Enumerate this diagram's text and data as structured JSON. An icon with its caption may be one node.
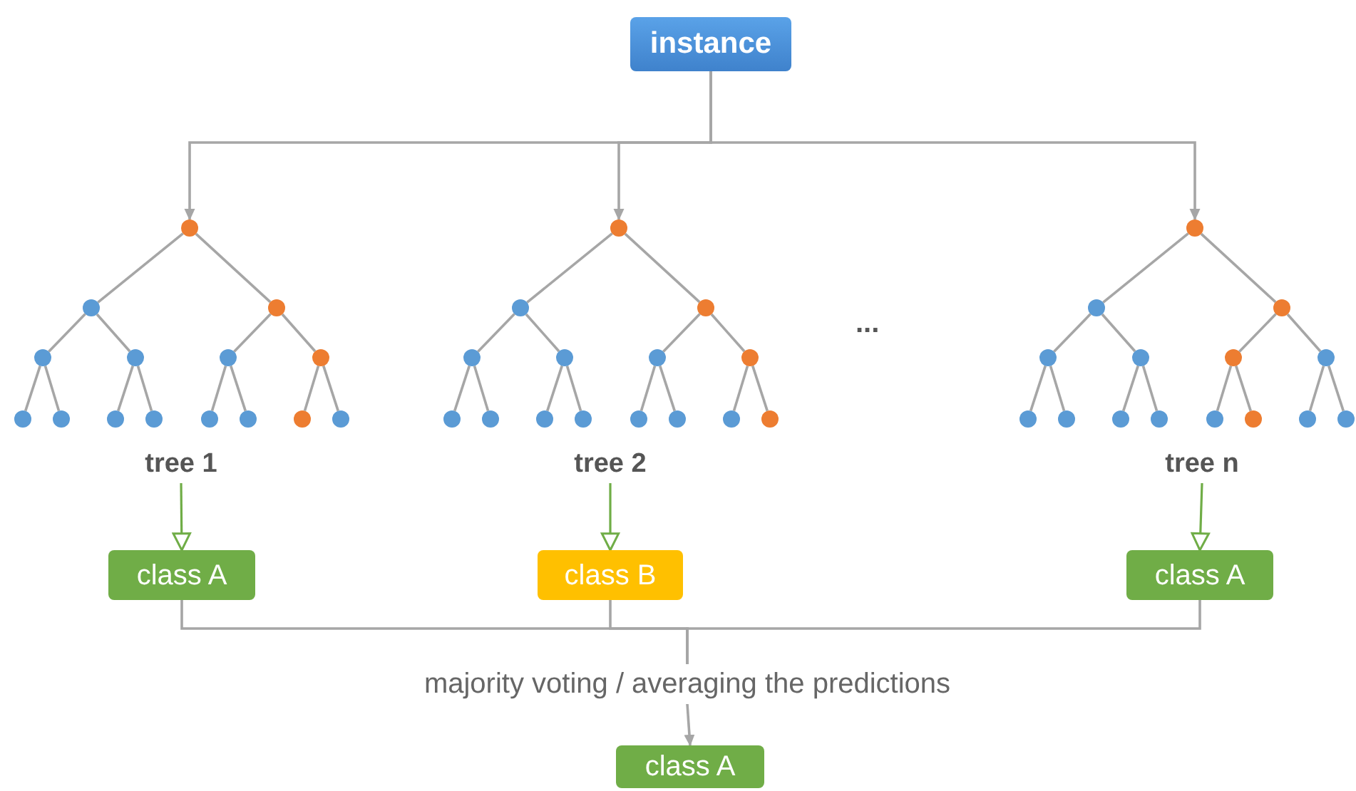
{
  "diagram": {
    "nodes": [
      {
        "text": [
          "instance"
        ]
      },
      {
        "text": [],
        "shape": "circle"
      },
      {
        "text": [],
        "shape": "circle"
      },
      {
        "text": [],
        "shape": "circle"
      },
      {
        "text": [],
        "shape": "circle"
      },
      {
        "text": [],
        "shape": "circle"
      },
      {
        "text": [],
        "shape": "circle"
      },
      {
        "text": [],
        "shape": "circle"
      },
      {
        "text": [],
        "shape": "circle"
      },
      {
        "text": [],
        "shape": "circle"
      },
      {
        "text": [],
        "shape": "circle"
      },
      {
        "text": [],
        "shape": "circle"
      },
      {
        "text": [],
        "shape": "circle"
      },
      {
        "text": [],
        "shape": "circle"
      },
      {
        "text": [],
        "shape": "circle"
      },
      {
        "text": [],
        "shape": "circle"
      },
      {
        "text": [],
        "shape": "circle"
      },
      {
        "text": [],
        "shape": "circle"
      },
      {
        "text": [],
        "shape": "circle"
      },
      {
        "text": [],
        "shape": "circle"
      },
      {
        "text": [],
        "shape": "circle"
      },
      {
        "text": [],
        "shape": "circle"
      },
      {
        "text": [],
        "shape": "circle"
      },
      {
        "text": [],
        "shape": "circle"
      },
      {
        "text": [],
        "shape": "circle"
      },
      {
        "text": [],
        "shape": "circle"
      },
      {
        "text": [],
        "shape": "circle"
      },
      {
        "text": [],
        "shape": "circle"
      },
      {
        "text": [],
        "shape": "circle"
      },
      {
        "text": [],
        "shape": "circle"
      },
      {
        "text": [],
        "shape": "circle"
      },
      {
        "text": [],
        "shape": "circle"
      },
      {
        "text": [],
        "shape": "circle"
      },
      {
        "text": [],
        "shape": "circle"
      },
      {
        "text": [],
        "shape": "circle"
      },
      {
        "text": [],
        "shape": "circle"
      },
      {
        "text": [],
        "shape": "circle"
      },
      {
        "text": [],
        "shape": "circle"
      },
      {
        "text": [],
        "shape": "circle"
      },
      {
        "text": [],
        "shape": "circle"
      },
      {
        "text": [],
        "shape": "circle"
      },
      {
        "text": [],
        "shape": "circle"
      },
      {
        "text": [],
        "shape": "circle"
      },
      {
        "text": [],
        "shape": "circle"
      },
      {
        "text": [],
        "shape": "circle"
      },
      {
        "text": [],
        "shape": "circle"
      },
      {
        "text": [
          "tree 1"
        ]
      },
      {
        "text": [
          "tree 2"
        ]
      },
      {
        "text": [
          "tree n"
        ]
      },
      {
        "text": [
          "class A"
        ]
      },
      {
        "text": [
          "class B"
        ]
      },
      {
        "text": [
          "class A"
        ]
      },
      {
        "text": [
          "majority voting / averaging the predictions"
        ]
      },
      {
        "text": [
          "class A"
        ]
      }
    ],
    "edges": [
      {
        "from": 0,
        "to": 1,
        "arrow": "to"
      },
      {
        "from": 0,
        "to": 16,
        "arrow": "to"
      },
      {
        "from": 0,
        "to": 31,
        "arrow": "to"
      },
      {
        "from": 1,
        "to": 2,
        "arrow": "none"
      },
      {
        "from": 1,
        "to": 3,
        "arrow": "none"
      },
      {
        "from": 2,
        "to": 4,
        "arrow": "none"
      },
      {
        "from": 2,
        "to": 5,
        "arrow": "none"
      },
      {
        "from": 3,
        "to": 6,
        "arrow": "none"
      },
      {
        "from": 3,
        "to": 7,
        "arrow": "none"
      },
      {
        "from": 4,
        "to": 8,
        "arrow": "none"
      },
      {
        "from": 4,
        "to": 9,
        "arrow": "none"
      },
      {
        "from": 5,
        "to": 10,
        "arrow": "none"
      },
      {
        "from": 5,
        "to": 11,
        "arrow": "none"
      },
      {
        "from": 6,
        "to": 12,
        "arrow": "none"
      },
      {
        "from": 6,
        "to": 13,
        "arrow": "none"
      },
      {
        "from": 7,
        "to": 14,
        "arrow": "none"
      },
      {
        "from": 7,
        "to": 15,
        "arrow": "none"
      },
      {
        "from": 16,
        "to": 17,
        "arrow": "none"
      },
      {
        "from": 16,
        "to": 18,
        "arrow": "none"
      },
      {
        "from": 17,
        "to": 19,
        "arrow": "none"
      },
      {
        "from": 17,
        "to": 20,
        "arrow": "none"
      },
      {
        "from": 18,
        "to": 21,
        "arrow": "none"
      },
      {
        "from": 18,
        "to": 22,
        "arrow": "none"
      },
      {
        "from": 19,
        "to": 23,
        "arrow": "none"
      },
      {
        "from": 19,
        "to": 24,
        "arrow": "none"
      },
      {
        "from": 20,
        "to": 25,
        "arrow": "none"
      },
      {
        "from": 20,
        "to": 26,
        "arrow": "none"
      },
      {
        "from": 21,
        "to": 27,
        "arrow": "none"
      },
      {
        "from": 21,
        "to": 28,
        "arrow": "none"
      },
      {
        "from": 22,
        "to": 29,
        "arrow": "none"
      },
      {
        "from": 22,
        "to": 30,
        "arrow": "none"
      },
      {
        "from": 31,
        "to": 32,
        "arrow": "none"
      },
      {
        "from": 31,
        "to": 33,
        "arrow": "none"
      },
      {
        "from": 32,
        "to": 34,
        "arrow": "none"
      },
      {
        "from": 32,
        "to": 35,
        "arrow": "none"
      },
      {
        "from": 33,
        "to": 36,
        "arrow": "none"
      },
      {
        "from": 33,
        "to": 37,
        "arrow": "none"
      },
      {
        "from": 34,
        "to": 38,
        "arrow": "none"
      },
      {
        "from": 34,
        "to": 39,
        "arrow": "none"
      },
      {
        "from": 35,
        "to": 40,
        "arrow": "none"
      },
      {
        "from": 35,
        "to": 41,
        "arrow": "none"
      },
      {
        "from": 36,
        "to": 42,
        "arrow": "none"
      },
      {
        "from": 36,
        "to": 43,
        "arrow": "none"
      },
      {
        "from": 37,
        "to": 44,
        "arrow": "none"
      },
      {
        "from": 37,
        "to": 45,
        "arrow": "none"
      },
      {
        "from": 46,
        "to": 49,
        "arrow": "to",
        "color": "#70ad47"
      },
      {
        "from": 47,
        "to": 50,
        "arrow": "to",
        "color": "#70ad47"
      },
      {
        "from": 48,
        "to": 51,
        "arrow": "to",
        "color": "#70ad47"
      },
      {
        "from": 49,
        "to": 52,
        "arrow": "none"
      },
      {
        "from": 50,
        "to": 52,
        "arrow": "none"
      },
      {
        "from": 51,
        "to": 52,
        "arrow": "none"
      },
      {
        "from": 52,
        "to": 53,
        "arrow": "to"
      }
    ],
    "labels": [
      "..."
    ]
  }
}
